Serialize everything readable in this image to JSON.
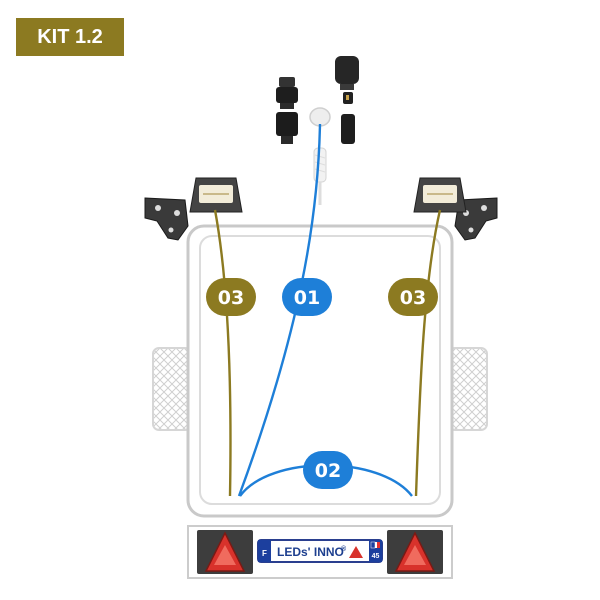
{
  "kit_label": "KIT 1.2",
  "labels": {
    "cable_01": "01",
    "cable_02": "02",
    "cable_03_left": "03",
    "cable_03_right": "03"
  },
  "plate": {
    "brand": "LEDs' INNO",
    "registered": "®",
    "country": "F",
    "number": "45"
  },
  "colors": {
    "olive": "#8c7a21",
    "blue": "#1e7fd8",
    "trailer_outline": "#c9c9c9",
    "tail_light_red": "#d8322b"
  }
}
